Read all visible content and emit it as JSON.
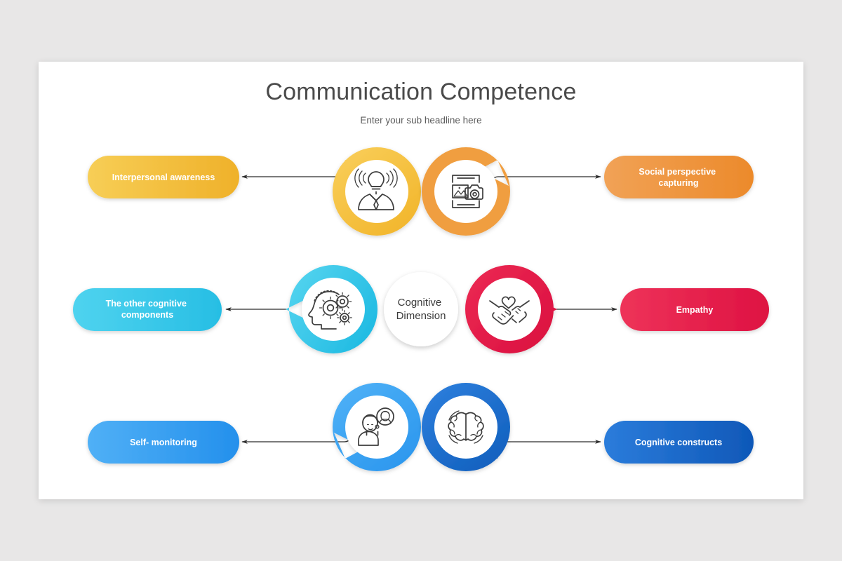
{
  "slide": {
    "title": "Communication Competence",
    "subtitle": "Enter your sub headline here",
    "background_color": "#e8e7e7",
    "canvas_color": "#ffffff"
  },
  "hub": {
    "label_line1": "Cognitive",
    "label_line2": "Dimension",
    "text_color": "#3b3b3b",
    "fill": "#ffffff"
  },
  "nodes": [
    {
      "id": "interpersonal-awareness",
      "label": "Interpersonal awareness",
      "label_line1": "Interpersonal awareness",
      "label_line2": "",
      "icon": "person-lightbulb-signal-icon",
      "position": "top-left",
      "color": "#F6C344",
      "color_dark": "#EDAE2A",
      "pill_gradient_from": "#F7CE52",
      "pill_gradient_to": "#EFB128"
    },
    {
      "id": "social-perspective-capturing",
      "label": "Social perspective capturing",
      "label_line1": "Social perspective",
      "label_line2": "capturing",
      "icon": "photo-camera-device-icon",
      "position": "top-right",
      "color": "#F4A44A",
      "color_dark": "#EE8C2C",
      "pill_gradient_from": "#F2A košice",
      "pill_gradient_from_hex": "#F4A busy",
      "pill_from": "#F0A050",
      "pill_to": "#EC8A2A"
    },
    {
      "id": "the-other-cognitive-components",
      "label": "The other cognitive components",
      "label_line1": "The other cognitive",
      "label_line2": "components",
      "icon": "head-gears-icon",
      "position": "left",
      "color": "#42C8EA",
      "color_dark": "#26BBE3",
      "pill_from": "#4FD2EE",
      "pill_to": "#26BEE4"
    },
    {
      "id": "empathy",
      "label": "Empathy",
      "label_line1": "Empathy",
      "label_line2": "",
      "icon": "handshake-heart-icon",
      "position": "right",
      "color": "#E8254F",
      "color_dark": "#D61343",
      "pill_from": "#EE3359",
      "pill_to": "#DE1242"
    },
    {
      "id": "self-monitoring",
      "label": "Self- monitoring",
      "label_line1": "Self- monitoring",
      "label_line2": "",
      "icon": "person-thought-bubble-icon",
      "position": "bottom-left",
      "color": "#3BA5F2",
      "color_dark": "#2490E8",
      "pill_from": "#4FAFF6",
      "pill_to": "#2490EC"
    },
    {
      "id": "cognitive-constructs",
      "label": "Cognitive constructs",
      "label_line1": "Cognitive constructs",
      "label_line2": "",
      "icon": "brain-icon",
      "position": "bottom-right",
      "color": "#1C6FD0",
      "color_dark": "#1159B5",
      "pill_from": "#2A7BDA",
      "pill_to": "#1059B8"
    }
  ]
}
